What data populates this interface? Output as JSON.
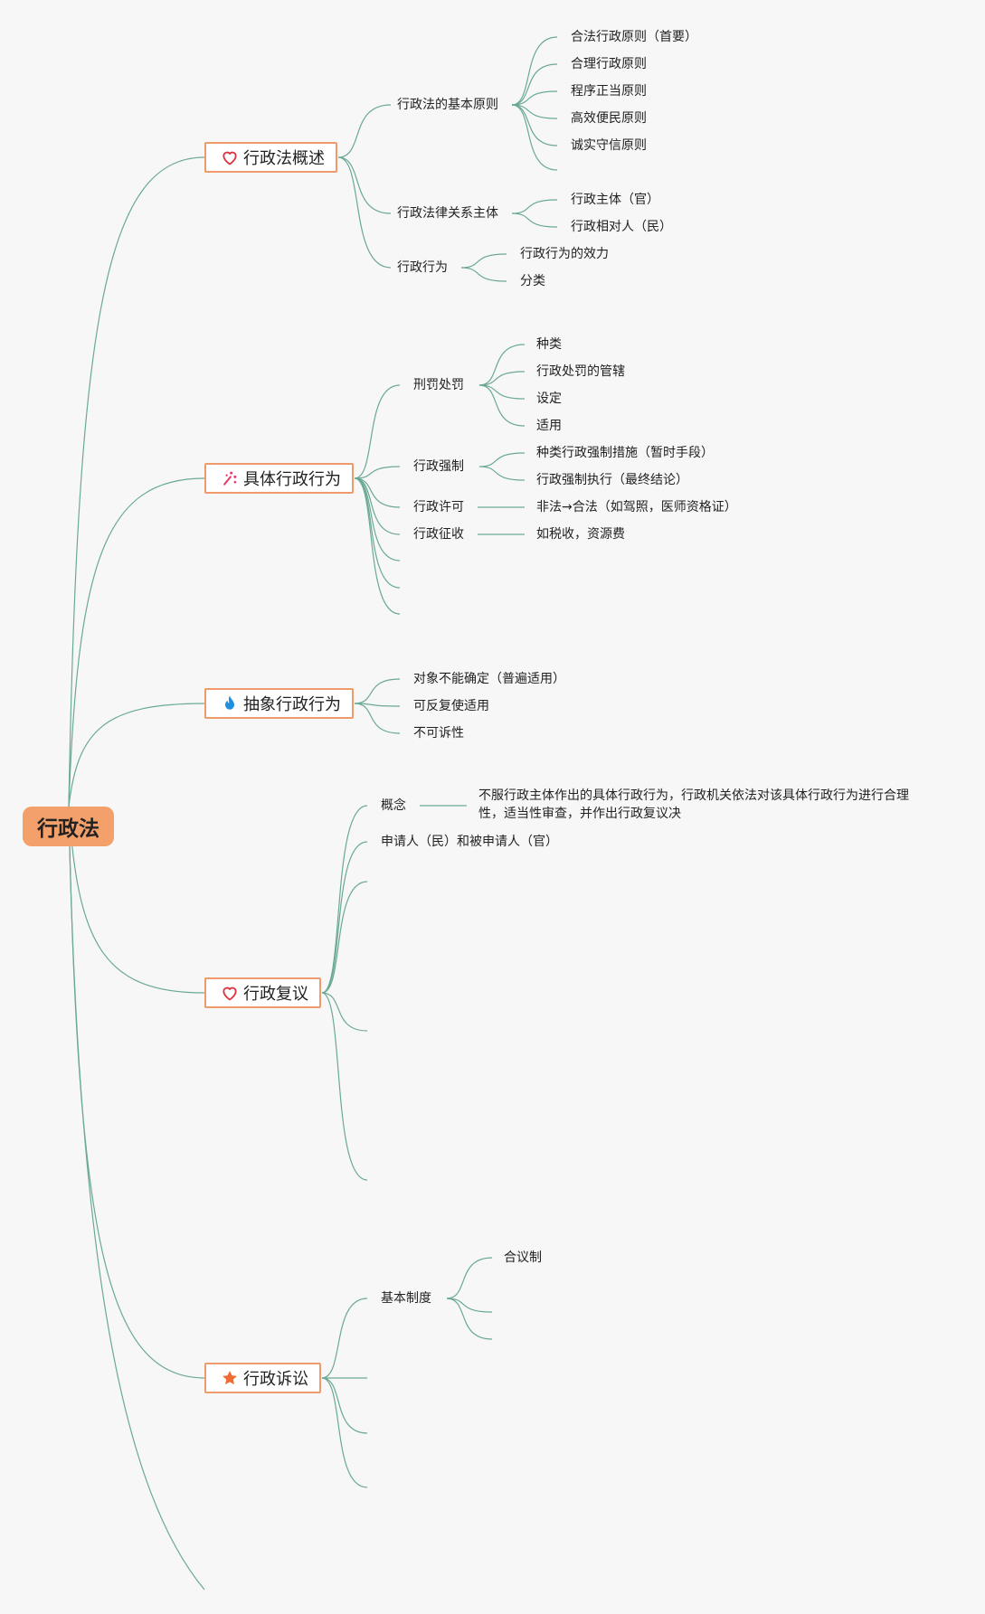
{
  "root": {
    "label": "行政法"
  },
  "branches": {
    "overview": {
      "label": "行政法概述",
      "icon": "heart-icon",
      "basic_principles": {
        "label": "行政法的基本原则",
        "items": [
          "合法行政原则（首要）",
          "合理行政原则",
          "程序正当原则",
          "高效便民原则",
          "诚实守信原则"
        ]
      },
      "legal_subjects": {
        "label": "行政法律关系主体",
        "items": [
          "行政主体（官）",
          "行政相对人（民）"
        ]
      },
      "admin_act": {
        "label": "行政行为",
        "items": [
          "行政行为的效力",
          "分类"
        ]
      }
    },
    "specific_act": {
      "label": "具体行政行为",
      "icon": "magic-wand-icon",
      "penalty": {
        "label": "刑罚处罚",
        "items": [
          "种类",
          "行政处罚的管辖",
          "设定",
          "适用"
        ]
      },
      "coercion": {
        "label": "行政强制",
        "items": [
          "种类行政强制措施（暂时手段）",
          "行政强制执行（最终结论）"
        ]
      },
      "license": {
        "label": "行政许可",
        "detail": "非法→合法（如驾照，医师资格证）"
      },
      "levy": {
        "label": "行政征收",
        "detail": "如税收，资源费"
      }
    },
    "abstract_act": {
      "label": "抽象行政行为",
      "icon": "fire-icon",
      "items": [
        "对象不能确定（普遍适用）",
        "可反复使适用",
        "不可诉性"
      ]
    },
    "reconsideration": {
      "label": "行政复议",
      "icon": "heart-icon",
      "concept": {
        "label": "概念",
        "detail": "不服行政主体作出的具体行政行为，行政机关依法对该具体行政行为进行合理性，适当性审查，并作出行政复议决"
      },
      "parties": "申请人（民）和被申请人（官）"
    },
    "litigation": {
      "label": "行政诉讼",
      "icon": "star-icon",
      "basic_system": {
        "label": "基本制度",
        "items": [
          "合议制"
        ]
      }
    }
  },
  "colors": {
    "line": "#6aa994",
    "root_fill": "#f4a06b",
    "branch_border": "#ef9a6b",
    "heart": "#e0323c",
    "wand": "#e83a6a",
    "fire": "#1f8fe0",
    "star": "#f06a34"
  }
}
